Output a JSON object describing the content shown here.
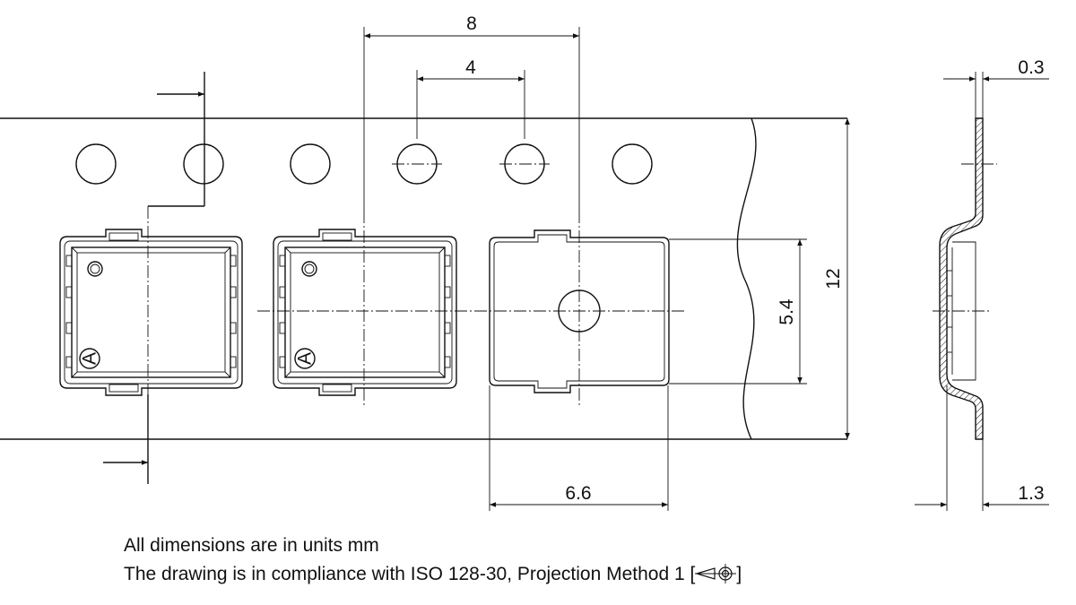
{
  "dimensions": {
    "pitch_sprocket": "8",
    "pitch_hole": "4",
    "thickness": "0.3",
    "tape_width": "12",
    "pocket_width": "5.4",
    "pocket_length": "6.6",
    "pocket_depth": "1.3"
  },
  "component_marking": "A",
  "notes": {
    "units": "All dimensions are in units mm",
    "compliance": "The drawing is in compliance with ISO 128-30, Projection Method 1 [",
    "compliance_end": "]"
  }
}
